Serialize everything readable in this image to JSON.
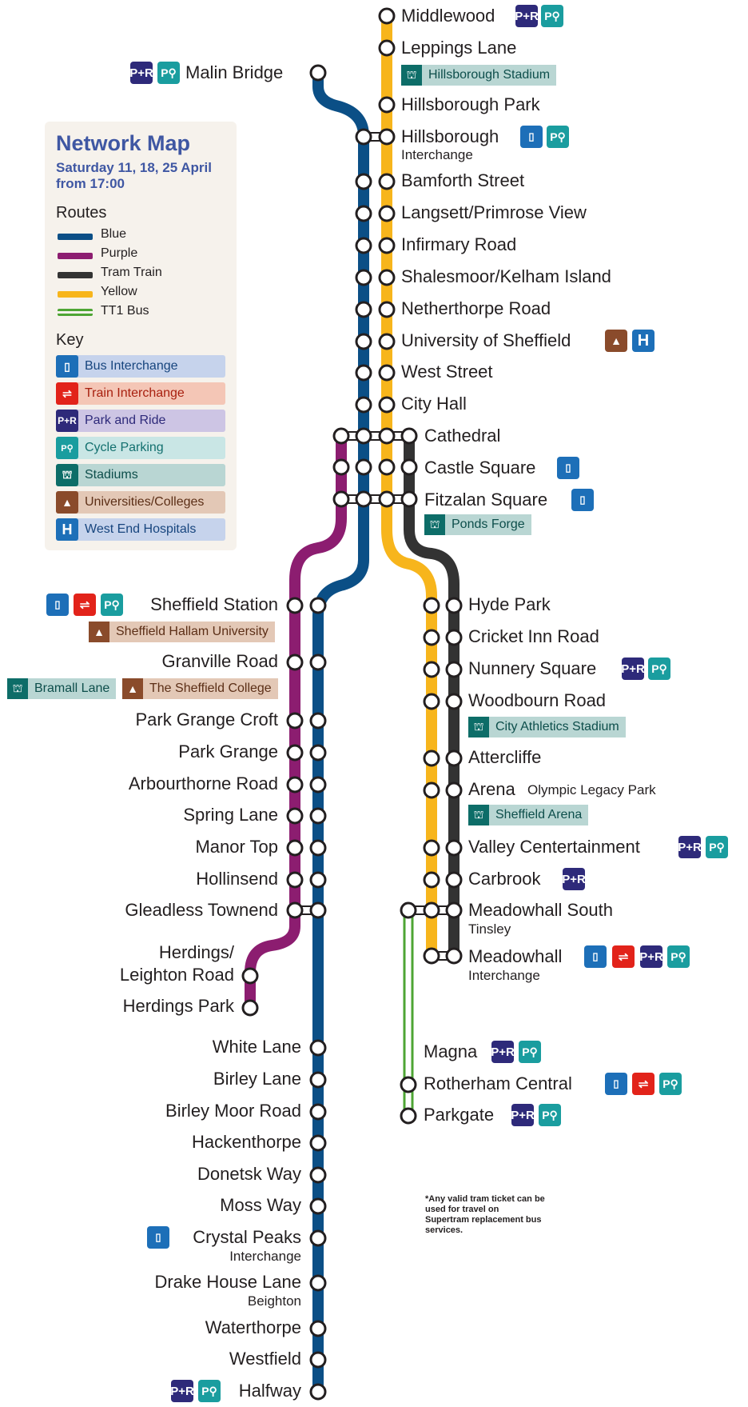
{
  "legend": {
    "title": "Network Map",
    "dates": "Saturday 11, 18, 25 April",
    "time": "from 17:00",
    "routes_heading": "Routes",
    "routes": [
      {
        "name": "Blue",
        "color": "#0b4f86"
      },
      {
        "name": "Purple",
        "color": "#8c1d70"
      },
      {
        "name": "Tram Train",
        "color": "#333333"
      },
      {
        "name": "Yellow",
        "color": "#f7b51c"
      },
      {
        "name": "TT1 Bus",
        "color": "#4ea534"
      }
    ],
    "key_heading": "Key",
    "key": [
      {
        "label": "Bus Interchange",
        "icon": "bus-icon",
        "icon_color": "#1d6fb8",
        "bg": "#c6d3ec",
        "text_color": "#17457e"
      },
      {
        "label": "Train Interchange",
        "icon": "train-icon",
        "icon_color": "#e2231a",
        "bg": "#f4c6b6",
        "text_color": "#a8200f"
      },
      {
        "label": "Park and Ride",
        "icon": "park-and-ride-icon",
        "icon_color": "#2e2a7a",
        "bg": "#cdc5e4",
        "text_color": "#2e2a7a"
      },
      {
        "label": "Cycle Parking",
        "icon": "bike-icon",
        "icon_color": "#1a9d9f",
        "bg": "#c9e6e5",
        "text_color": "#13706f"
      },
      {
        "label": "Stadiums",
        "icon": "stadium-icon",
        "icon_color": "#0d6d68",
        "bg": "#b9d6d3",
        "text_color": "#0d4e4b"
      },
      {
        "label": "Universities/Colleges",
        "icon": "university-icon",
        "icon_color": "#8a4b2b",
        "bg": "#e3c8b6",
        "text_color": "#5c2f17"
      },
      {
        "label": "West End Hospitals",
        "icon": "hospital-icon",
        "icon_color": "#1d6fb8",
        "bg": "#c6d3ec",
        "text_color": "#17457e"
      }
    ]
  },
  "stations": {
    "middlewood": "Middlewood",
    "leppings_lane": "Leppings Lane",
    "hillsborough_stadium": "Hillsborough Stadium",
    "malin_bridge": "Malin Bridge",
    "hillsborough_park": "Hillsborough Park",
    "hillsborough": "Hillsborough",
    "hillsborough_sub": "Interchange",
    "bamforth_street": "Bamforth Street",
    "langsett": "Langsett/Primrose View",
    "infirmary_road": "Infirmary Road",
    "shalesmoor": "Shalesmoor/Kelham Island",
    "netherthorpe_road": "Netherthorpe Road",
    "university": "University of Sheffield",
    "west_street": "West Street",
    "city_hall": "City Hall",
    "cathedral": "Cathedral",
    "castle_square": "Castle Square",
    "fitzalan_square": "Fitzalan Square",
    "ponds_forge": "Ponds Forge",
    "sheffield_station": "Sheffield Station",
    "sheffield_hallam": "Sheffield Hallam University",
    "granville_road": "Granville Road",
    "bramall_lane": "Bramall Lane",
    "sheffield_college": "The Sheffield College",
    "park_grange_croft": "Park Grange Croft",
    "park_grange": "Park Grange",
    "arbourthorne_road": "Arbourthorne Road",
    "spring_lane": "Spring Lane",
    "manor_top": "Manor Top",
    "hollinsend": "Hollinsend",
    "gleadless_townend": "Gleadless Townend",
    "herdings_leighton_1": "Herdings/",
    "herdings_leighton_2": "Leighton Road",
    "herdings_park": "Herdings Park",
    "white_lane": "White Lane",
    "birley_lane": "Birley Lane",
    "birley_moor_road": "Birley Moor Road",
    "hackenthorpe": "Hackenthorpe",
    "donetsk_way": "Donetsk Way",
    "moss_way": "Moss Way",
    "crystal_peaks": "Crystal Peaks",
    "crystal_peaks_sub": "Interchange",
    "drake_house_lane": "Drake House Lane",
    "drake_house_sub": "Beighton",
    "waterthorpe": "Waterthorpe",
    "westfield": "Westfield",
    "halfway": "Halfway",
    "hyde_park": "Hyde Park",
    "cricket_inn_road": "Cricket Inn Road",
    "nunnery_square": "Nunnery Square",
    "woodbourn_road": "Woodbourn Road",
    "city_athletics": "City Athletics Stadium",
    "attercliffe": "Attercliffe",
    "arena": "Arena",
    "arena_sub": "Olympic Legacy Park",
    "sheffield_arena": "Sheffield Arena",
    "valley_centertainment": "Valley Centertainment",
    "carbrook": "Carbrook",
    "meadowhall_south": "Meadowhall South",
    "meadowhall_south_sub": "Tinsley",
    "meadowhall": "Meadowhall",
    "meadowhall_sub": "Interchange",
    "magna": "Magna",
    "rotherham_central": "Rotherham Central",
    "parkgate": "Parkgate"
  },
  "icon_glyphs": {
    "bus": "▯",
    "park_and_ride": "P+R",
    "bike": "P🚲",
    "train": "⇌",
    "university": "🎓",
    "hospital": "H",
    "stadium": "⛫"
  },
  "note": "*Any valid tram ticket can be used for travel on Supertram replacement bus services."
}
